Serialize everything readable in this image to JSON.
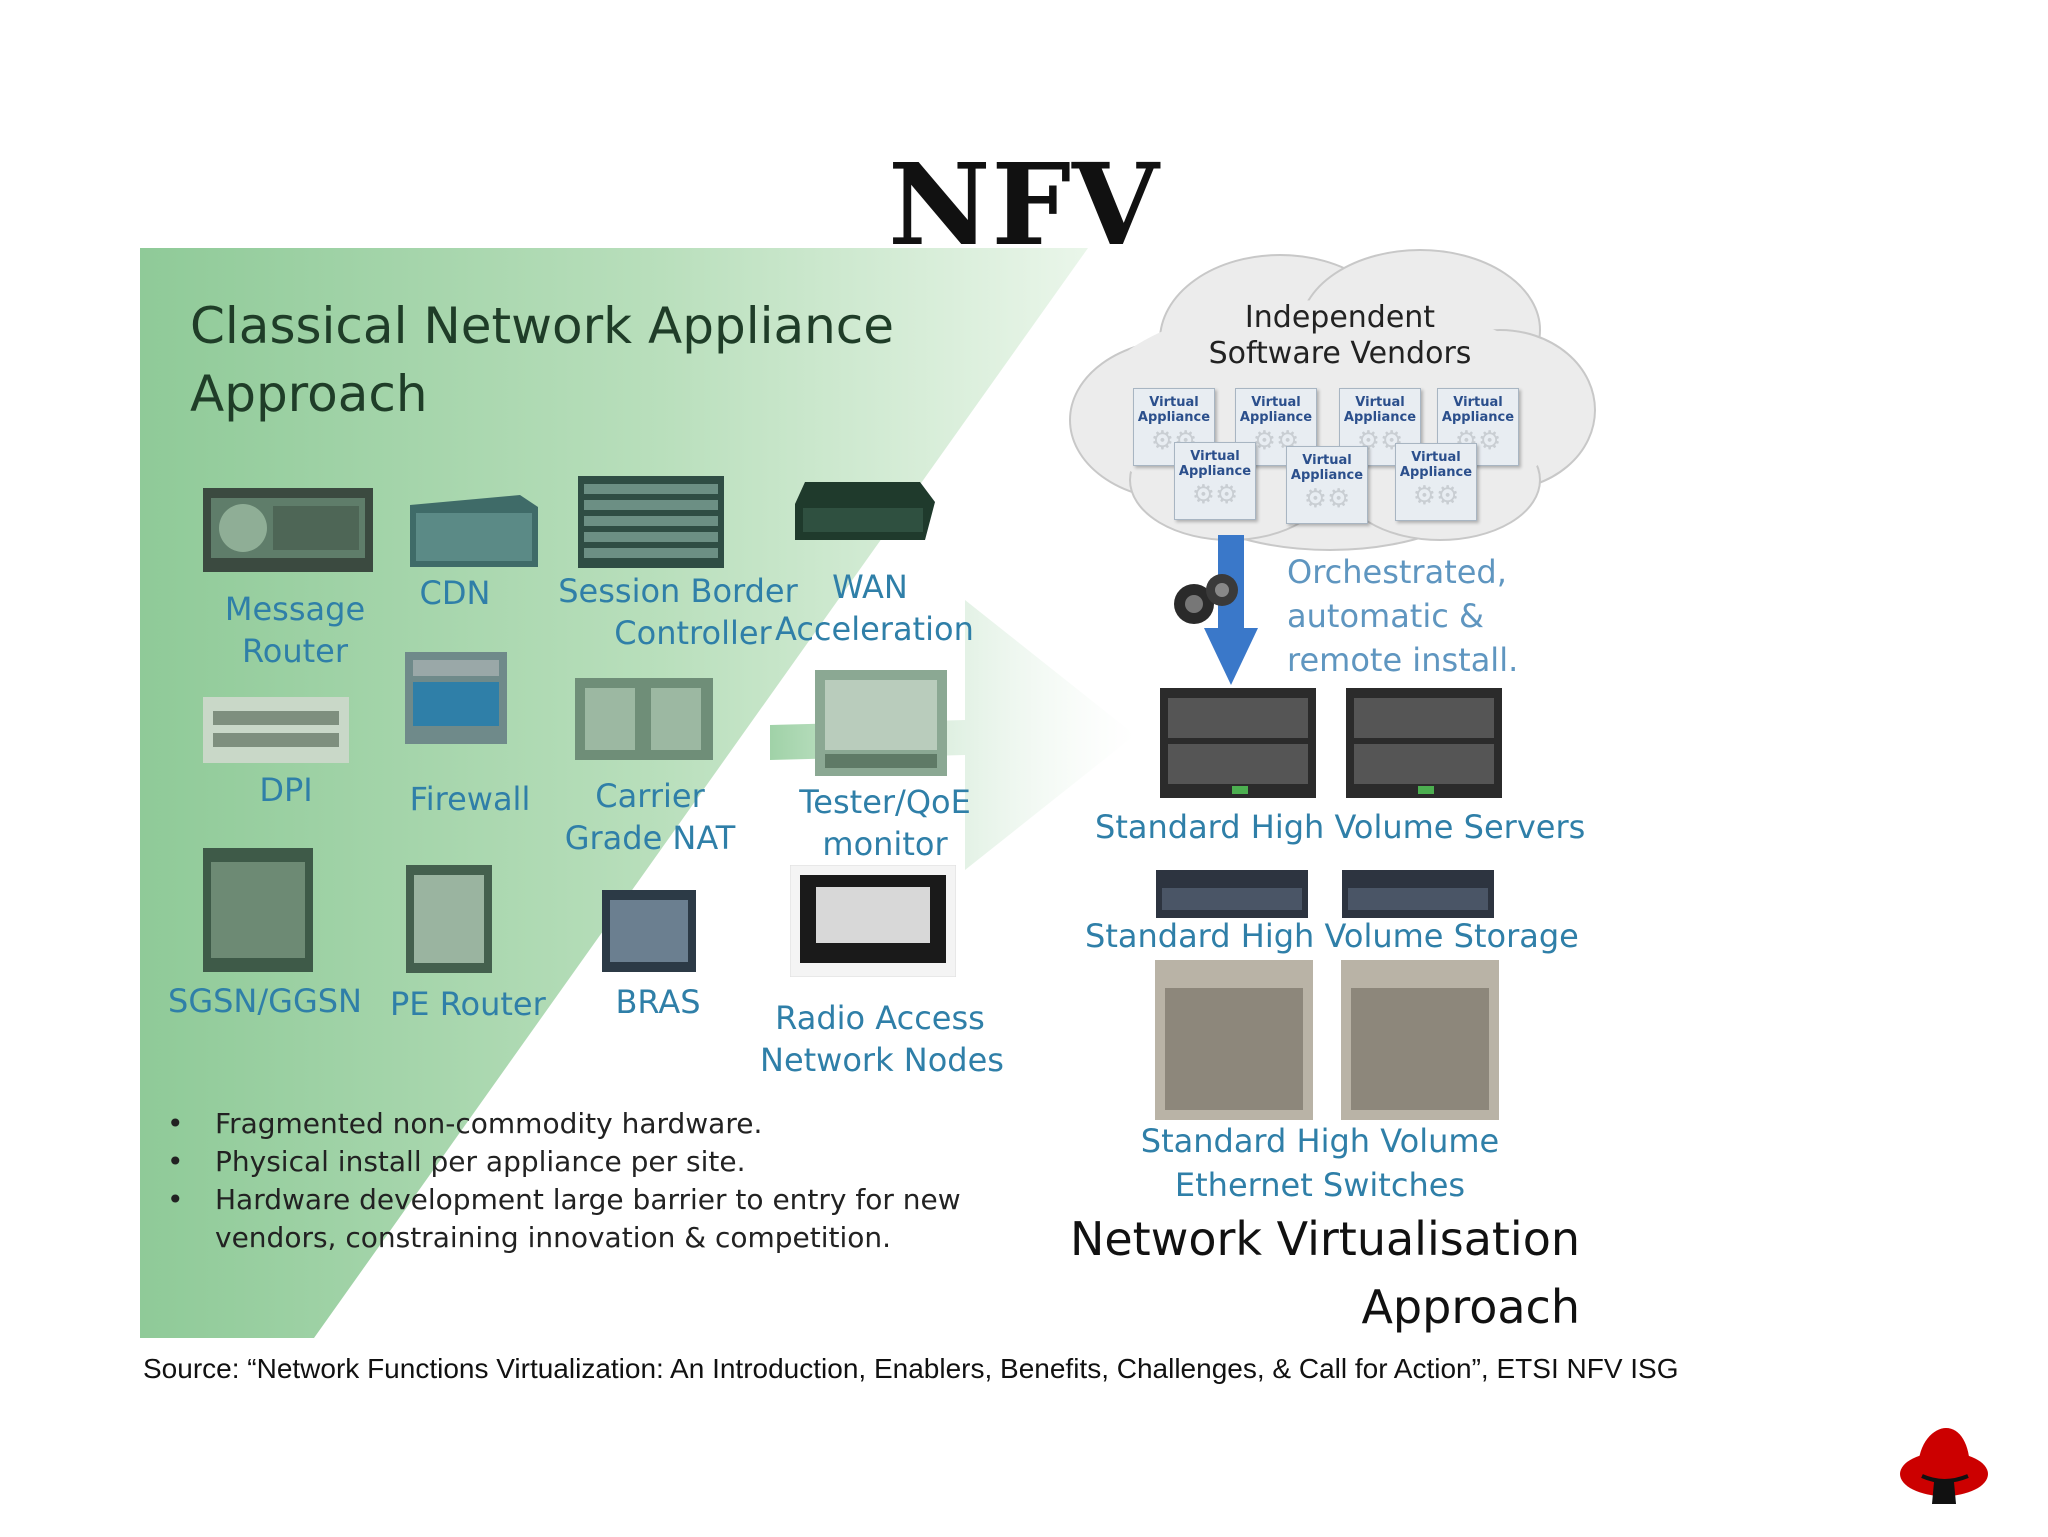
{
  "title": "NFV",
  "classical": {
    "heading_line1": "Classical Network Appliance",
    "heading_line2": "Approach",
    "appliances": [
      {
        "line1": "Message",
        "line2": "Router"
      },
      {
        "line1": "CDN",
        "line2": ""
      },
      {
        "line1": "Session Border",
        "line2": "Controller"
      },
      {
        "line1": "WAN",
        "line2": "Acceleration"
      },
      {
        "line1": "DPI",
        "line2": ""
      },
      {
        "line1": "Firewall",
        "line2": ""
      },
      {
        "line1": "Carrier",
        "line2": "Grade NAT"
      },
      {
        "line1": "Tester/QoE",
        "line2": "monitor"
      },
      {
        "line1": "SGSN/GGSN",
        "line2": ""
      },
      {
        "line1": "PE Router",
        "line2": ""
      },
      {
        "line1": "BRAS",
        "line2": ""
      },
      {
        "line1": "Radio Access",
        "line2": "Network Nodes"
      }
    ],
    "bullets": [
      "Fragmented non-commodity hardware.",
      "Physical install per appliance per site.",
      "Hardware development large barrier to entry for new",
      "vendors, constraining innovation & competition."
    ]
  },
  "virtual": {
    "cloud_line1": "Independent",
    "cloud_line2": "Software Vendors",
    "va_line1": "Virtual",
    "va_line2": "Appliance",
    "orch_line1": "Orchestrated,",
    "orch_line2": "automatic &",
    "orch_line3": "remote install.",
    "servers_label": "Standard High Volume Servers",
    "storage_label": "Standard High Volume Storage",
    "switches_line1": "Standard High Volume",
    "switches_line2": "Ethernet Switches",
    "heading_line1": "Network Virtualisation",
    "heading_line2": "Approach"
  },
  "source": "Source:  “Network Functions Virtualization:  An Introduction, Enablers, Benefits, Challenges, & Call for Action”, ETSI NFV ISG",
  "colors": {
    "green_panel": "#a9d6ae",
    "label_blue": "#2f7fa8",
    "arrow_blue": "#3a78c9",
    "redhat_red": "#cc0000"
  }
}
